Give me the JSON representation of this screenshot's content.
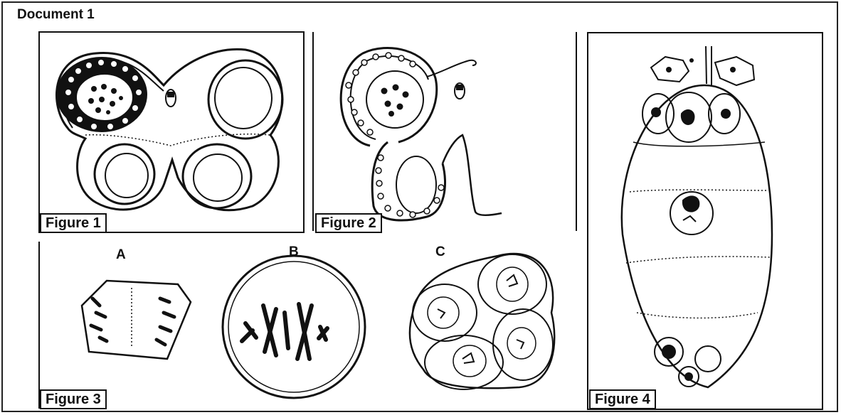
{
  "document": {
    "title": "Document 1"
  },
  "figures": {
    "figure1": {
      "label": "Figure 1"
    },
    "figure2": {
      "label": "Figure 2"
    },
    "figure3": {
      "label": "Figure 3",
      "panels": [
        "A",
        "B",
        "C"
      ]
    },
    "figure4": {
      "label": "Figure 4"
    }
  }
}
